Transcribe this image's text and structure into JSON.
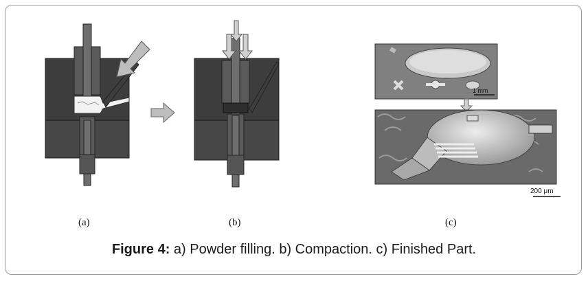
{
  "figure": {
    "caption_bold": "Figure 4:",
    "caption_text": " a) Powder filling. b) Compaction.  c) Finished Part."
  },
  "panels": {
    "a": {
      "label": "(a)"
    },
    "b": {
      "label": "(b)"
    },
    "c": {
      "label": "(c)",
      "scale_top": "1 mm",
      "scale_bottom": "200 μm"
    }
  },
  "colors": {
    "die_dark": "#3d3d3d",
    "die_mid": "#5a5a5a",
    "punch": "#6e6e6e",
    "powder": "#f2f2f2",
    "arrow_fill": "#bdbdbd",
    "sem_bg": "#6a6a6a"
  }
}
